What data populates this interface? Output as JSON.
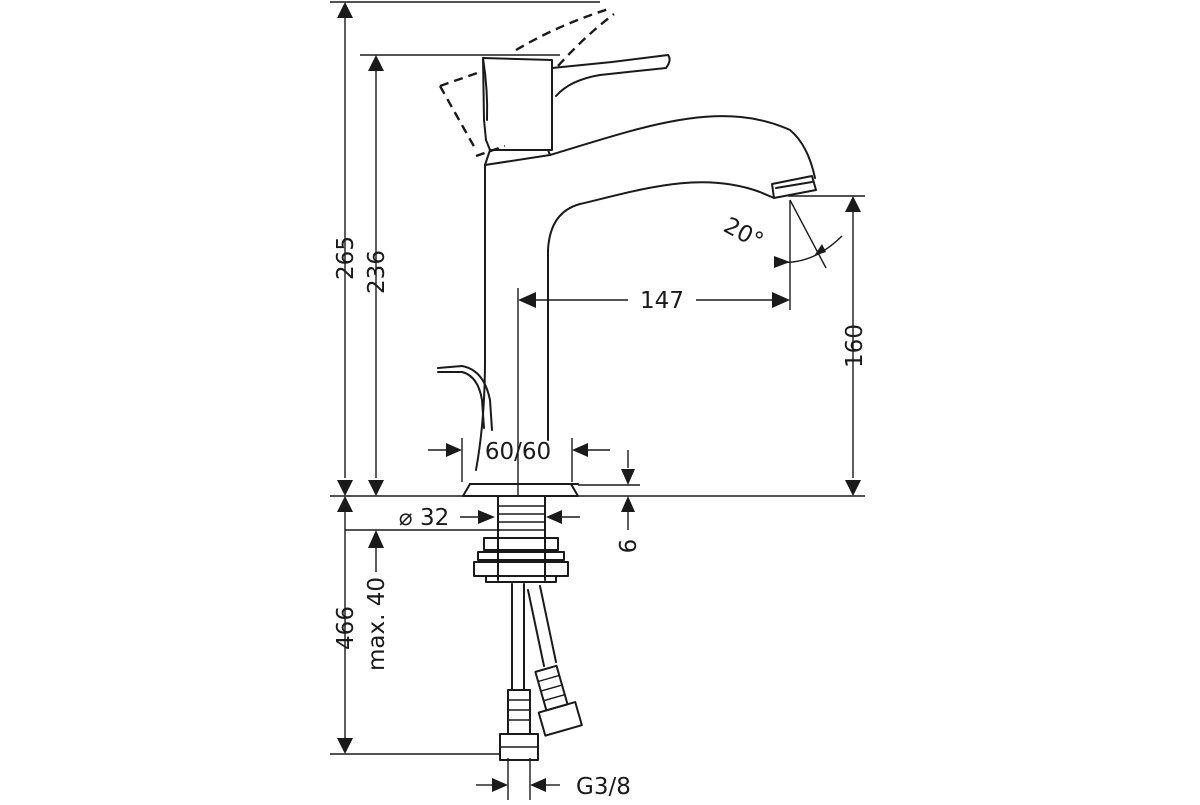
{
  "dimensions": {
    "total_height": "265",
    "body_height": "236",
    "spout_reach": "147",
    "spout_height": "160",
    "spout_angle": "20°",
    "base_size": "60/60",
    "thread_diameter": "⌀ 32",
    "base_thickness": "6",
    "hose_length": "466",
    "max_countertop": "max. 40",
    "connector": "G3/8"
  }
}
